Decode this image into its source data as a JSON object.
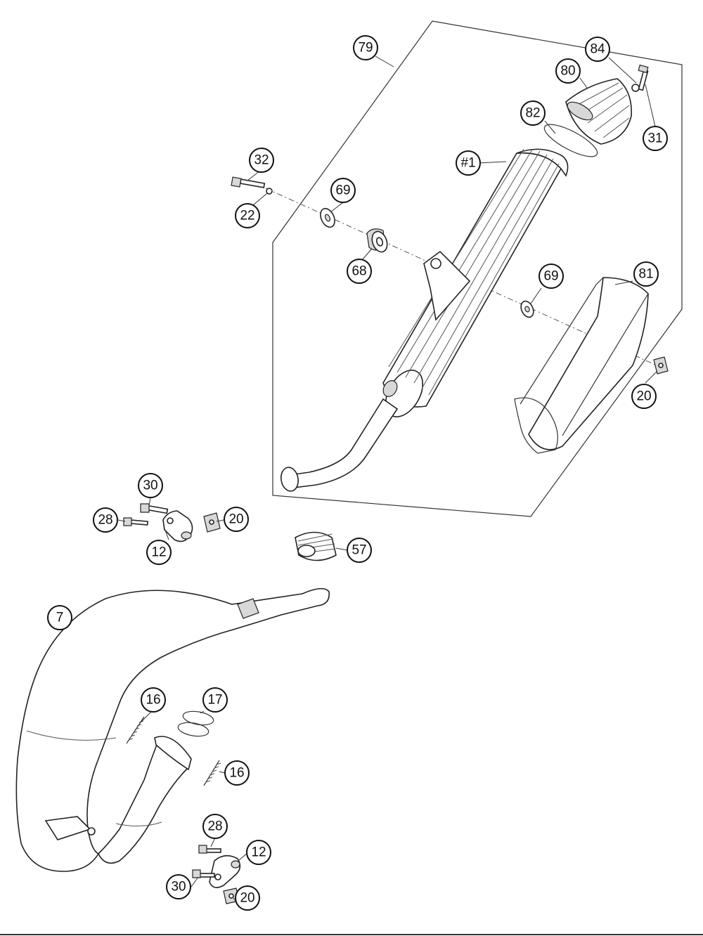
{
  "callouts": [
    {
      "id": "c79",
      "label": "79"
    },
    {
      "id": "c84",
      "label": "84"
    },
    {
      "id": "c80",
      "label": "80"
    },
    {
      "id": "c82",
      "label": "82"
    },
    {
      "id": "c31",
      "label": "31"
    },
    {
      "id": "c32",
      "label": "32"
    },
    {
      "id": "c1",
      "label": "#1"
    },
    {
      "id": "c22",
      "label": "22"
    },
    {
      "id": "c69a",
      "label": "69"
    },
    {
      "id": "c68",
      "label": "68"
    },
    {
      "id": "c69b",
      "label": "69"
    },
    {
      "id": "c81",
      "label": "81"
    },
    {
      "id": "c20a",
      "label": "20"
    },
    {
      "id": "c30a",
      "label": "30"
    },
    {
      "id": "c28a",
      "label": "28"
    },
    {
      "id": "c20b",
      "label": "20"
    },
    {
      "id": "c12a",
      "label": "12"
    },
    {
      "id": "c57",
      "label": "57"
    },
    {
      "id": "c7",
      "label": "7"
    },
    {
      "id": "c16a",
      "label": "16"
    },
    {
      "id": "c17",
      "label": "17"
    },
    {
      "id": "c16b",
      "label": "16"
    },
    {
      "id": "c28b",
      "label": "28"
    },
    {
      "id": "c12b",
      "label": "12"
    },
    {
      "id": "c30b",
      "label": "30"
    },
    {
      "id": "c20c",
      "label": "20"
    }
  ]
}
